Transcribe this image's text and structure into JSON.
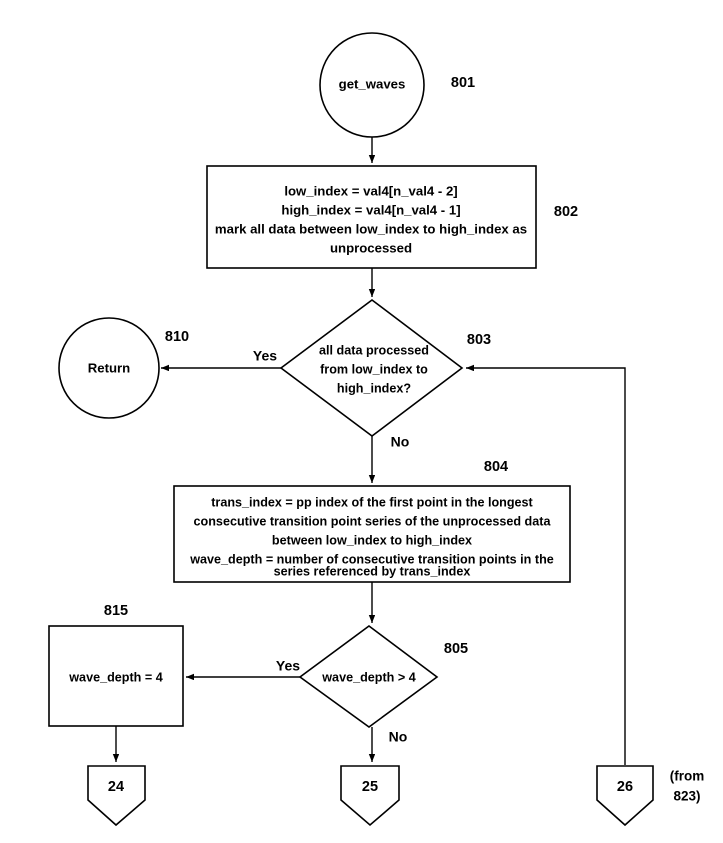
{
  "figure": {
    "type": "flowchart",
    "background_color": "#ffffff",
    "line_color": "#000000"
  },
  "nodes": {
    "start": {
      "ref": "801",
      "label": "get_waves",
      "shape": "circle"
    },
    "init_box": {
      "ref": "802",
      "shape": "process",
      "lines": [
        "low_index = val4[n_val4 - 2]",
        "high_index = val4[n_val4 - 1]",
        "mark all data between low_index to high_index as",
        "unprocessed"
      ]
    },
    "decision_all_processed": {
      "ref": "803",
      "shape": "decision",
      "lines": [
        "all data processed",
        "from low_index to",
        "high_index?"
      ]
    },
    "return": {
      "ref": "810",
      "label": "Return",
      "shape": "circle"
    },
    "trans_box": {
      "ref": "804",
      "shape": "process",
      "lines": [
        "trans_index = pp index of the first point in the longest",
        "consecutive transition point series of the unprocessed data",
        "between low_index to high_index",
        "wave_depth = number of consecutive transition points in the",
        "series referenced by trans_index"
      ]
    },
    "decision_wave_depth": {
      "ref": "805",
      "shape": "decision",
      "lines": [
        "wave_depth > 4"
      ]
    },
    "set_wave_depth": {
      "ref": "815",
      "shape": "process",
      "lines": [
        "wave_depth = 4"
      ]
    }
  },
  "connectors": {
    "c24": {
      "label": "24",
      "shape": "offpage"
    },
    "c25": {
      "label": "25",
      "shape": "offpage"
    },
    "c26": {
      "label": "26",
      "shape": "offpage",
      "note_lines": [
        "(from",
        "823)"
      ]
    }
  },
  "edge_labels": {
    "yes_803": "Yes",
    "no_803": "No",
    "yes_805": "Yes",
    "no_805": "No"
  }
}
